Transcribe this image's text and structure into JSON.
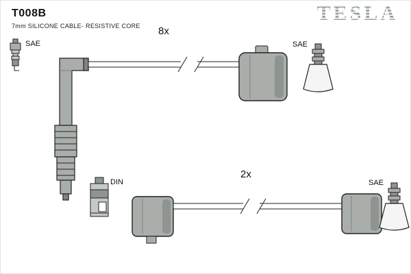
{
  "header": {
    "part_number": "T008B",
    "subtitle": "7mm SILICONE CABLE- RESISTIVE CORE",
    "brand": "TESLA"
  },
  "labels": {
    "spark_plug": "SAE",
    "terminal_top": "SAE",
    "terminal_bottom": "SAE",
    "din": "DIN",
    "qty_top": "8x",
    "qty_bottom": "2x"
  },
  "colors": {
    "boot_gray": "#a9aeab",
    "boot_dark": "#7e847f",
    "boot_mid": "#8e948f",
    "outline": "#222222",
    "brand_gray": "#99a39d"
  }
}
